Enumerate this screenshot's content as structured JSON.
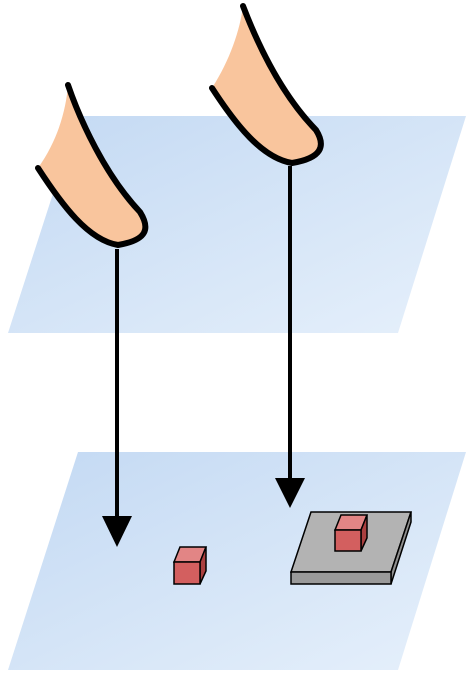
{
  "diagram": {
    "planes": [
      {
        "name": "upper-plane"
      },
      {
        "name": "lower-plane"
      }
    ],
    "fingers": [
      {
        "name": "left-finger"
      },
      {
        "name": "right-finger"
      }
    ],
    "objects": [
      {
        "name": "red-cube-on-surface"
      },
      {
        "name": "gray-platform"
      },
      {
        "name": "red-cube-on-platform"
      }
    ]
  },
  "colors": {
    "plane_light": "#e2edfa",
    "plane_dark": "#c3d9f3",
    "finger_skin": "#f9c59d",
    "finger_outline": "#000000",
    "arrow": "#000000",
    "cube_front": "#d35f5f",
    "cube_top": "#e28585",
    "cube_side": "#aa3f3f",
    "platform_top": "#b3b3b3",
    "platform_front": "#8f8f8f"
  }
}
